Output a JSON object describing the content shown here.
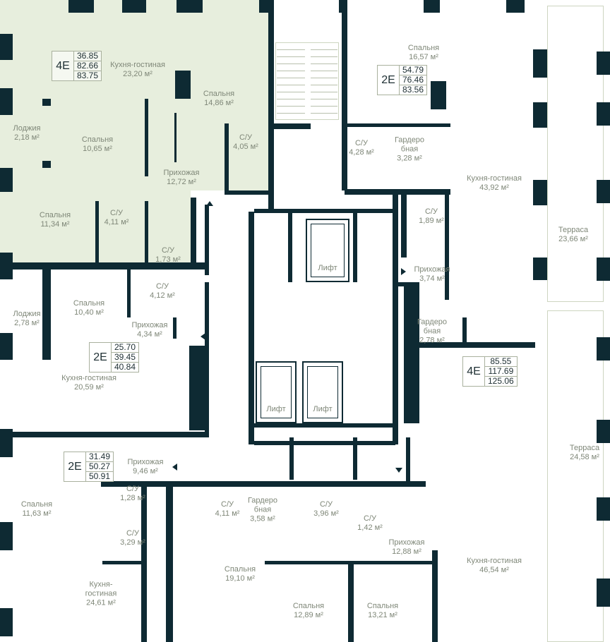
{
  "colors": {
    "wall": "#0e2a33",
    "highlight": "#e7eedd",
    "line": "#cdd5c0"
  },
  "apartments": [
    {
      "type": "4E",
      "living": "36.85",
      "total": "82.66",
      "total_with_loggia": "83.75"
    },
    {
      "type": "2E",
      "living": "54.79",
      "total": "76.46",
      "total_with_loggia": "83.56"
    },
    {
      "type": "2E",
      "living": "25.70",
      "total": "39.45",
      "total_with_loggia": "40.84"
    },
    {
      "type": "4E",
      "living": "85.55",
      "total": "117.69",
      "total_with_loggia": "125.06"
    },
    {
      "type": "2E",
      "living": "31.49",
      "total": "50.27",
      "total_with_loggia": "50.91"
    }
  ],
  "rooms": [
    {
      "name": "Кухня-гостиная",
      "area": "23,20 м²"
    },
    {
      "name": "Спальня",
      "area": "14,86 м²"
    },
    {
      "name": "Лоджия",
      "area": "2,18 м²"
    },
    {
      "name": "Спальня",
      "area": "10,65 м²"
    },
    {
      "name": "С/У",
      "area": "4,05 м²"
    },
    {
      "name": "Прихожая",
      "area": "12,72 м²"
    },
    {
      "name": "Спальня",
      "area": "11,34 м²"
    },
    {
      "name": "С/У",
      "area": "4,11 м²"
    },
    {
      "name": "С/У",
      "area": "1,73 м²"
    },
    {
      "name": "Спальня",
      "area": "16,57 м²"
    },
    {
      "name": "С/У",
      "area": "4,28 м²"
    },
    {
      "name": "Гардеробная",
      "area": "3,28 м²"
    },
    {
      "name": "Кухня-гостиная",
      "area": "43,92 м²"
    },
    {
      "name": "Терраса",
      "area": "23,66 м²"
    },
    {
      "name": "С/У",
      "area": "1,89 м²"
    },
    {
      "name": "Прихожая",
      "area": "3,74 м²"
    },
    {
      "name": "Лоджия",
      "area": "2,78 м²"
    },
    {
      "name": "Спальня",
      "area": "10,40 м²"
    },
    {
      "name": "С/У",
      "area": "4,12 м²"
    },
    {
      "name": "Прихожая",
      "area": "4,34 м²"
    },
    {
      "name": "Кухня-гостиная",
      "area": "20,59 м²"
    },
    {
      "name": "Гардеробная",
      "area": "2,78 м²"
    },
    {
      "name": "Терраса",
      "area": "24,58 м²"
    },
    {
      "name": "Прихожая",
      "area": "9,46 м²"
    },
    {
      "name": "Спальня",
      "area": "11,63 м²"
    },
    {
      "name": "С/У",
      "area": "1,28 м²"
    },
    {
      "name": "С/У",
      "area": "3,29 м²"
    },
    {
      "name": "С/У",
      "area": "4,11 м²"
    },
    {
      "name": "Гардеробная",
      "area": "3,58 м²"
    },
    {
      "name": "С/У",
      "area": "3,96 м²"
    },
    {
      "name": "С/У",
      "area": "1,42 м²"
    },
    {
      "name": "Прихожая",
      "area": "12,88 м²"
    },
    {
      "name": "Кухня-гостиная",
      "area": "46,54 м²"
    },
    {
      "name": "Спальня",
      "area": "19,10 м²"
    },
    {
      "name": "Кухня-гостиная",
      "area": "24,61 м²"
    },
    {
      "name": "Спальня",
      "area": "12,89 м²"
    },
    {
      "name": "Спальня",
      "area": "13,21 м²"
    }
  ],
  "lifts": [
    "Лифт",
    "Лифт",
    "Лифт"
  ]
}
